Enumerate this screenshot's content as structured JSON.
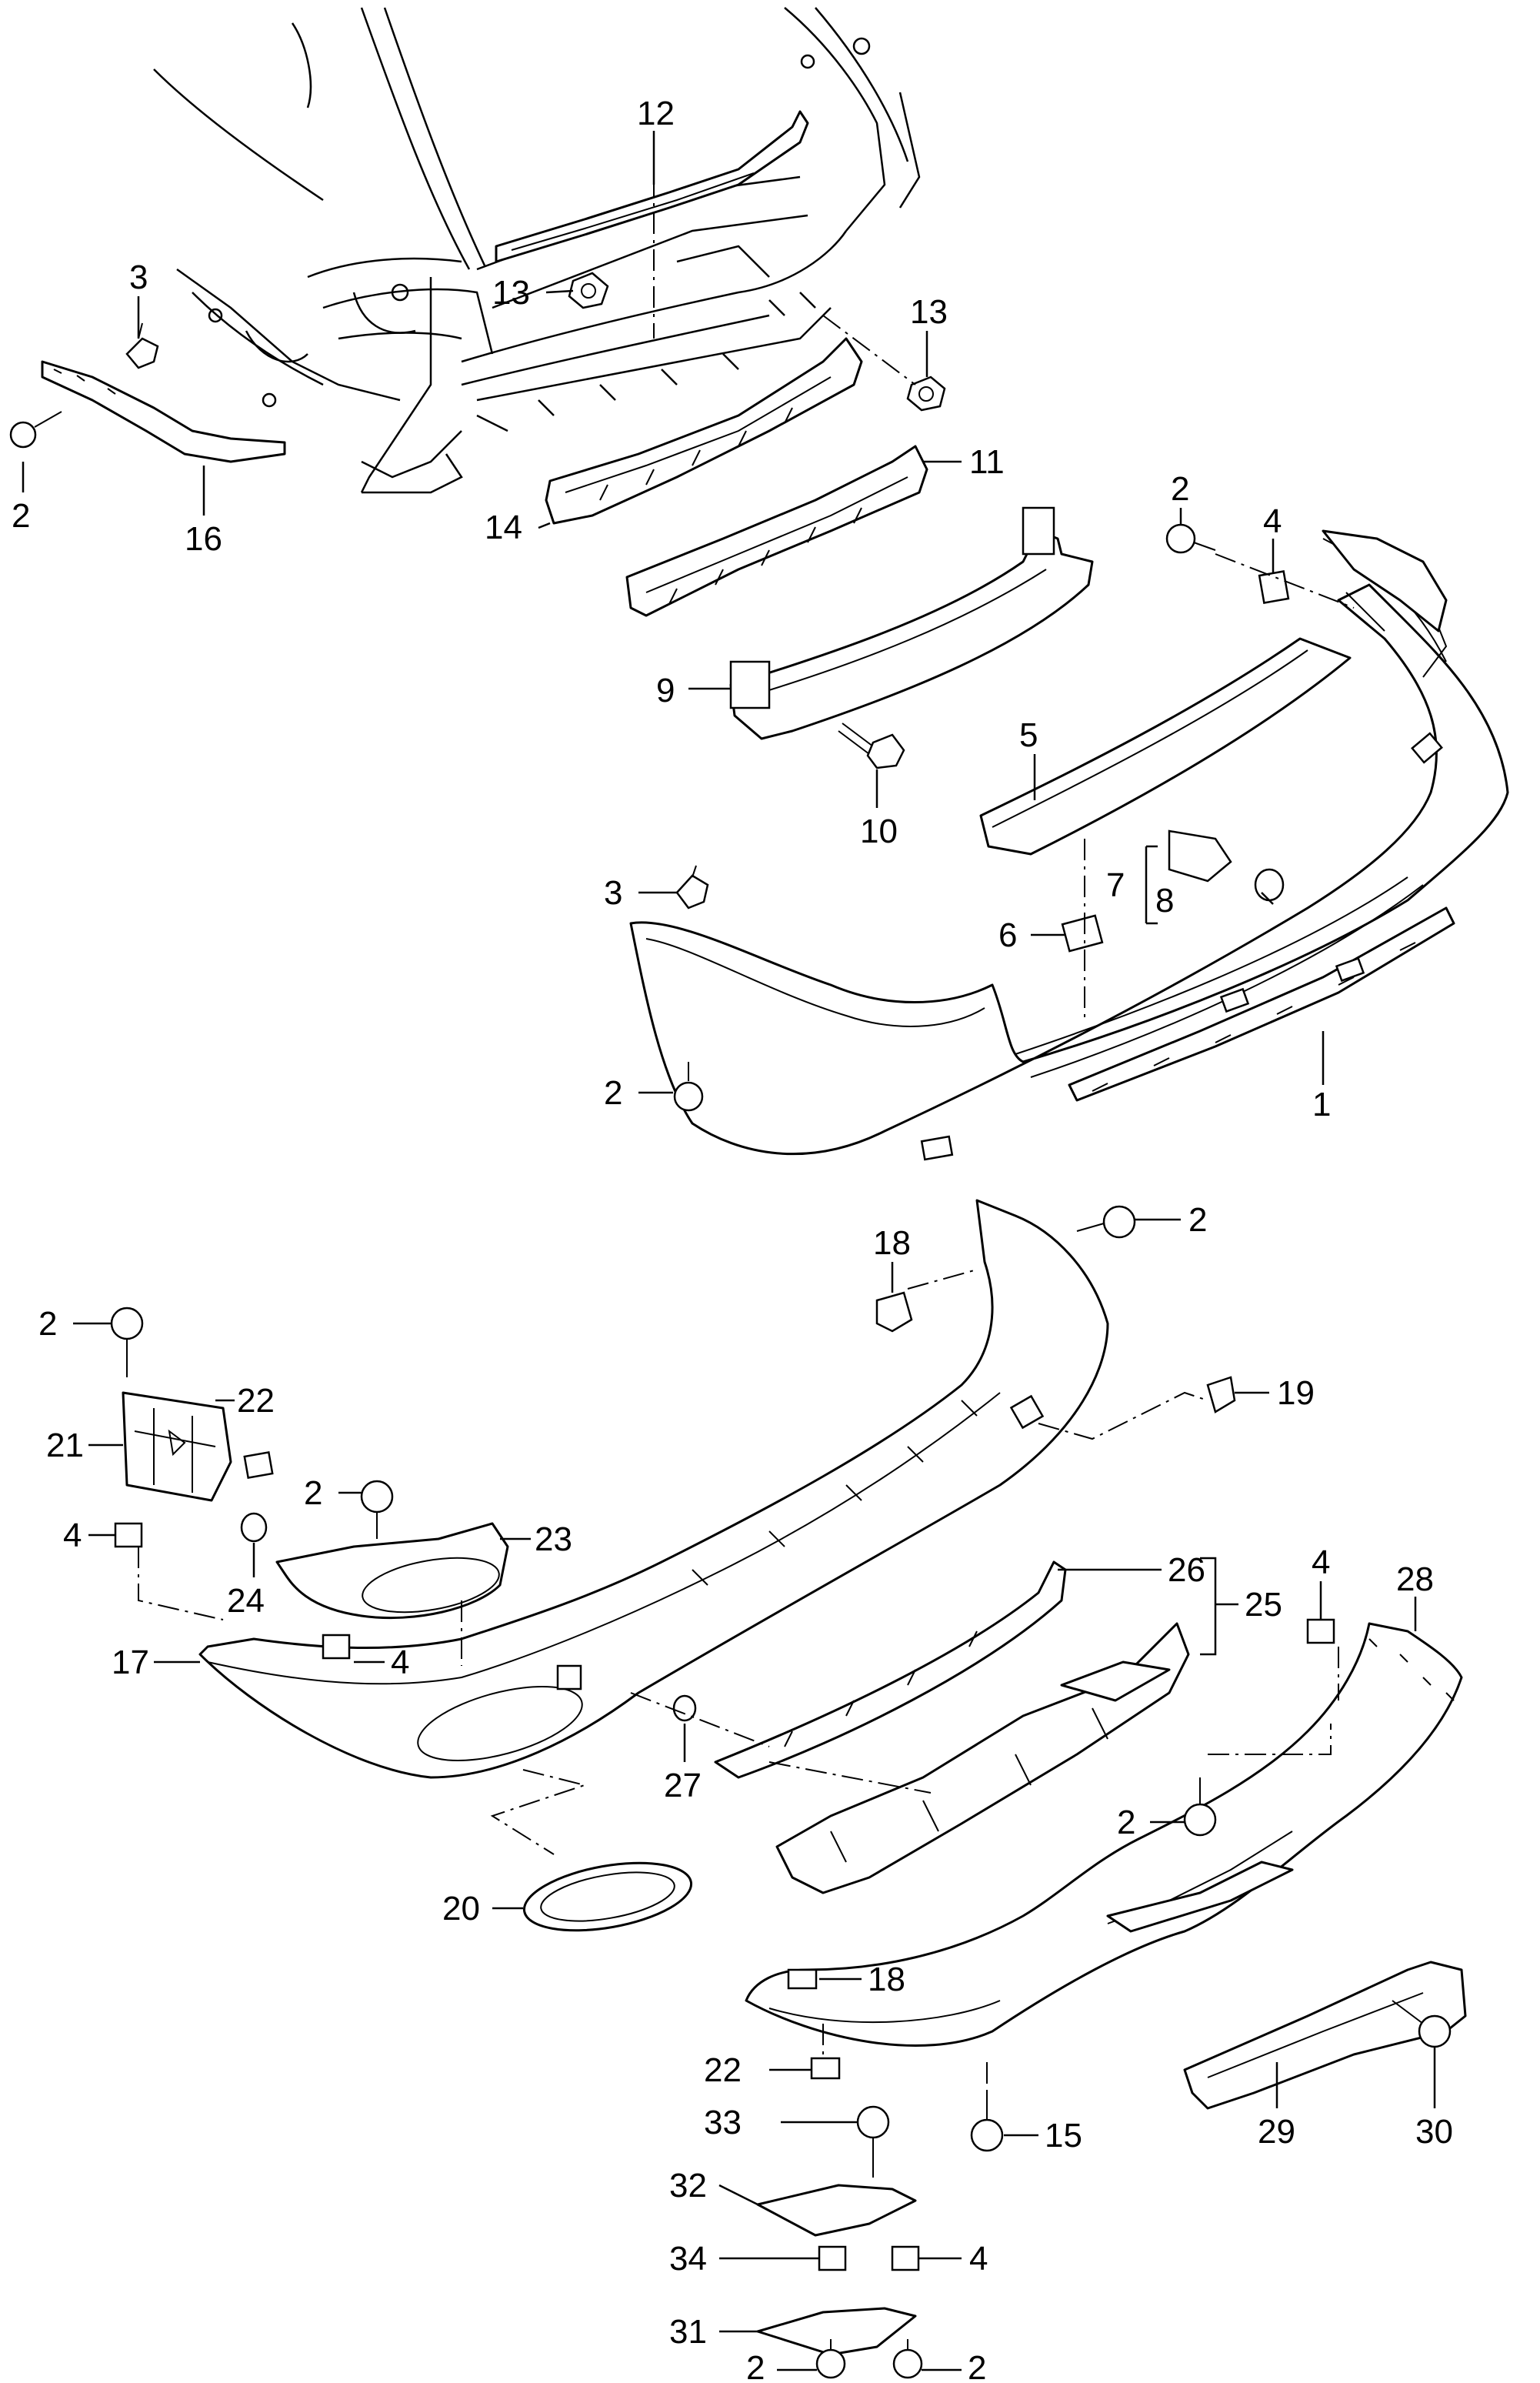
{
  "callouts": [
    {
      "id": "c-12a",
      "label": "12"
    },
    {
      "id": "c-3a",
      "label": "3"
    },
    {
      "id": "c-13a",
      "label": "13"
    },
    {
      "id": "c-13b",
      "label": "13"
    },
    {
      "id": "c-2a",
      "label": "2"
    },
    {
      "id": "c-16",
      "label": "16"
    },
    {
      "id": "c-11",
      "label": "11"
    },
    {
      "id": "c-14",
      "label": "14"
    },
    {
      "id": "c-2b",
      "label": "2"
    },
    {
      "id": "c-4a",
      "label": "4"
    },
    {
      "id": "c-9",
      "label": "9"
    },
    {
      "id": "c-5",
      "label": "5"
    },
    {
      "id": "c-10",
      "label": "10"
    },
    {
      "id": "c-7",
      "label": "7"
    },
    {
      "id": "c-8",
      "label": "8"
    },
    {
      "id": "c-3b",
      "label": "3"
    },
    {
      "id": "c-6",
      "label": "6"
    },
    {
      "id": "c-2c",
      "label": "2"
    },
    {
      "id": "c-1",
      "label": "1"
    },
    {
      "id": "c-18a",
      "label": "18"
    },
    {
      "id": "c-2d",
      "label": "2"
    },
    {
      "id": "c-2e",
      "label": "2"
    },
    {
      "id": "c-19",
      "label": "19"
    },
    {
      "id": "c-22a",
      "label": "22"
    },
    {
      "id": "c-21",
      "label": "21"
    },
    {
      "id": "c-2f",
      "label": "2"
    },
    {
      "id": "c-4b",
      "label": "4"
    },
    {
      "id": "c-23",
      "label": "23"
    },
    {
      "id": "c-24",
      "label": "24"
    },
    {
      "id": "c-26",
      "label": "26"
    },
    {
      "id": "c-25",
      "label": "25"
    },
    {
      "id": "c-4c",
      "label": "4"
    },
    {
      "id": "c-28",
      "label": "28"
    },
    {
      "id": "c-17",
      "label": "17"
    },
    {
      "id": "c-4d",
      "label": "4"
    },
    {
      "id": "c-27",
      "label": "27"
    },
    {
      "id": "c-2g",
      "label": "2"
    },
    {
      "id": "c-20",
      "label": "20"
    },
    {
      "id": "c-18b",
      "label": "18"
    },
    {
      "id": "c-22b",
      "label": "22"
    },
    {
      "id": "c-15",
      "label": "15"
    },
    {
      "id": "c-29",
      "label": "29"
    },
    {
      "id": "c-30",
      "label": "30"
    },
    {
      "id": "c-33",
      "label": "33"
    },
    {
      "id": "c-32",
      "label": "32"
    },
    {
      "id": "c-34",
      "label": "34"
    },
    {
      "id": "c-4e",
      "label": "4"
    },
    {
      "id": "c-31",
      "label": "31"
    },
    {
      "id": "c-2h",
      "label": "2"
    },
    {
      "id": "c-2i",
      "label": "2"
    }
  ]
}
